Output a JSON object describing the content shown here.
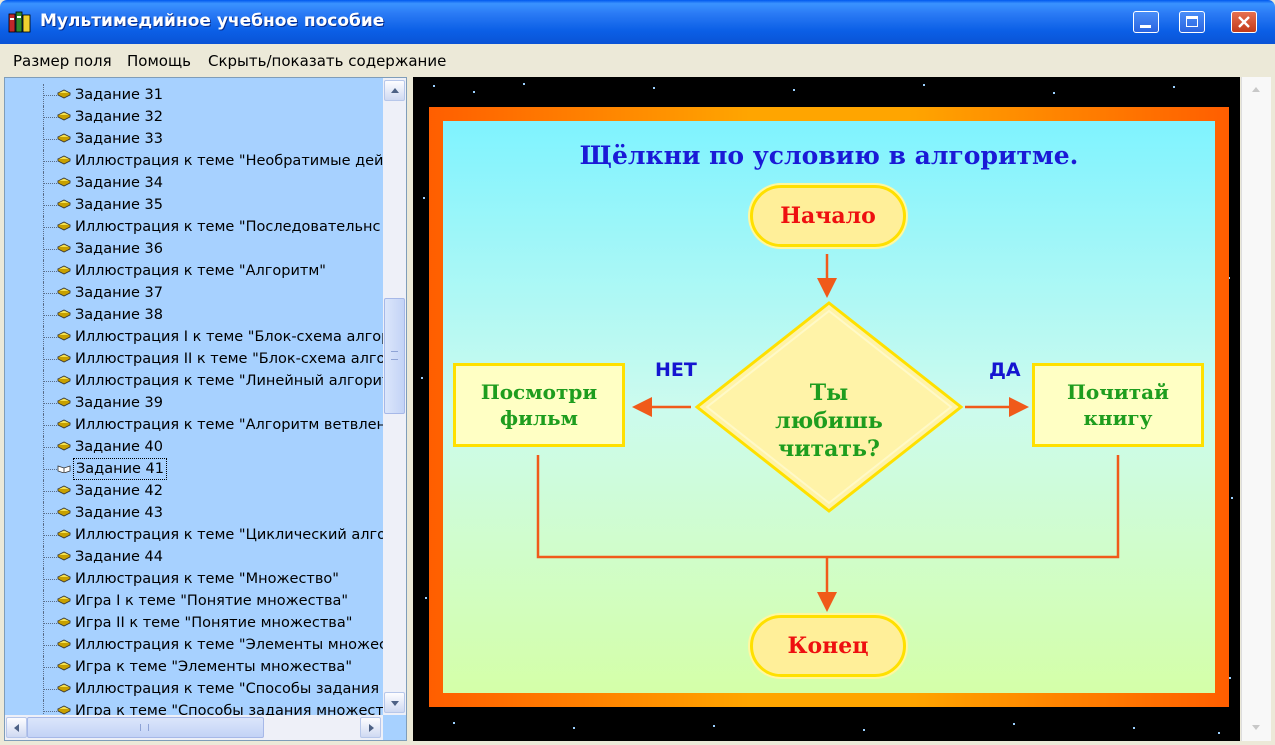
{
  "window": {
    "title": "Мультимедийное учебное пособие"
  },
  "menu": {
    "items": [
      "Размер поля",
      "Помощь",
      "Скрыть/показать содержание"
    ]
  },
  "tree": {
    "items": [
      {
        "label": "Задание 31",
        "icon": "closed-book-icon"
      },
      {
        "label": "Задание 32",
        "icon": "closed-book-icon"
      },
      {
        "label": "Задание 33",
        "icon": "closed-book-icon"
      },
      {
        "label": "Иллюстрация к теме \"Необратимые дей",
        "icon": "closed-book-icon"
      },
      {
        "label": "Задание 34",
        "icon": "closed-book-icon"
      },
      {
        "label": "Задание 35",
        "icon": "closed-book-icon"
      },
      {
        "label": "Иллюстрация к теме \"Последовательнс",
        "icon": "closed-book-icon"
      },
      {
        "label": "Задание 36",
        "icon": "closed-book-icon"
      },
      {
        "label": "Иллюстрация к теме \"Алгоритм\"",
        "icon": "closed-book-icon"
      },
      {
        "label": "Задание 37",
        "icon": "closed-book-icon"
      },
      {
        "label": "Задание 38",
        "icon": "closed-book-icon"
      },
      {
        "label": "Иллюстрация I к теме \"Блок-схема алгор",
        "icon": "closed-book-icon"
      },
      {
        "label": "Иллюстрация II к теме \"Блок-схема алго",
        "icon": "closed-book-icon"
      },
      {
        "label": "Иллюстрация к теме \"Линейный алгорит",
        "icon": "closed-book-icon"
      },
      {
        "label": "Задание 39",
        "icon": "closed-book-icon"
      },
      {
        "label": "Иллюстрация к теме \"Алгоритм ветвлен",
        "icon": "closed-book-icon"
      },
      {
        "label": "Задание 40",
        "icon": "closed-book-icon"
      },
      {
        "label": "Задание 41",
        "icon": "open-book-icon",
        "selected": true
      },
      {
        "label": "Задание 42",
        "icon": "closed-book-icon"
      },
      {
        "label": "Задание 43",
        "icon": "closed-book-icon"
      },
      {
        "label": "Иллюстрация к теме \"Циклический алго",
        "icon": "closed-book-icon"
      },
      {
        "label": "Задание 44",
        "icon": "closed-book-icon"
      },
      {
        "label": "Иллюстрация к теме \"Множество\"",
        "icon": "closed-book-icon"
      },
      {
        "label": "Игра I к теме \"Понятие множества\"",
        "icon": "closed-book-icon"
      },
      {
        "label": "Игра II к теме \"Понятие множества\"",
        "icon": "closed-book-icon"
      },
      {
        "label": "Иллюстрация к теме \"Элементы множес",
        "icon": "closed-book-icon"
      },
      {
        "label": "Игра к теме \"Элементы множества\"",
        "icon": "closed-book-icon"
      },
      {
        "label": "Иллюстрация к теме \"Способы задания",
        "icon": "closed-book-icon"
      },
      {
        "label": "Игра к теме \"Способы задания множест",
        "icon": "closed-book-icon"
      }
    ]
  },
  "slide": {
    "title": "Щёлкни по условию в алгоритме.",
    "start": "Начало",
    "condition": "Ты любишь читать?",
    "no_label": "НЕТ",
    "yes_label": "ДА",
    "no_action": "Посмотри фильм",
    "yes_action": "Почитай книгу",
    "end": "Конец"
  },
  "colors": {
    "tree_background": "#a7d1ff",
    "frame_orange": "#ff7a00",
    "title_blue": "#1a1ad6",
    "terminal_red": "#ee1010",
    "action_green": "#1e9d1e",
    "arrow_orange": "#f05a1a"
  }
}
